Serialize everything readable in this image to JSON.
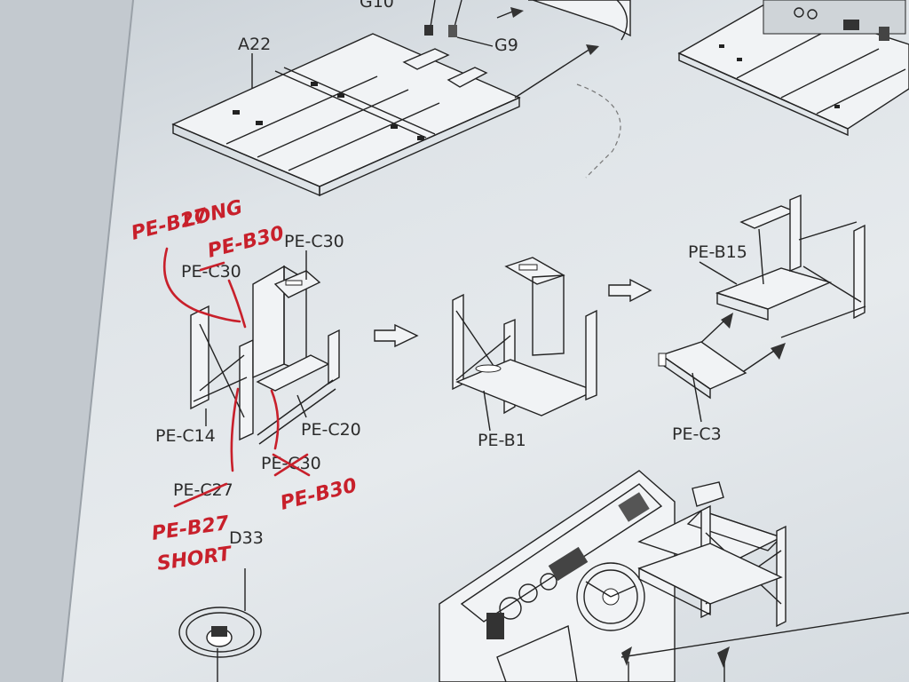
{
  "labels": {
    "g10": "G10",
    "a22": "A22",
    "g9": "G9",
    "pe_c30_left": "PE-C30",
    "pe_c30_right": "PE-C30",
    "pe_c14": "PE-C14",
    "pe_c20": "PE-C20",
    "pe_c27": "PE-C27",
    "pe_c30_bottom": "PE-C30",
    "pe_b1": "PE-B1",
    "pe_b15": "PE-B15",
    "pe_c3": "PE-C3",
    "d33": "D33"
  },
  "annotations": {
    "b27_long_1": "PE-B27",
    "b27_long_2": "LONG",
    "b30_top": "PE-B30",
    "b30_bottom": "PE-B30",
    "b27_short_1": "PE-B27",
    "b27_short_2": "SHORT"
  },
  "colors": {
    "ink": "#222222",
    "annotation_red": "#c8202b",
    "paper": "#e6eaed"
  }
}
